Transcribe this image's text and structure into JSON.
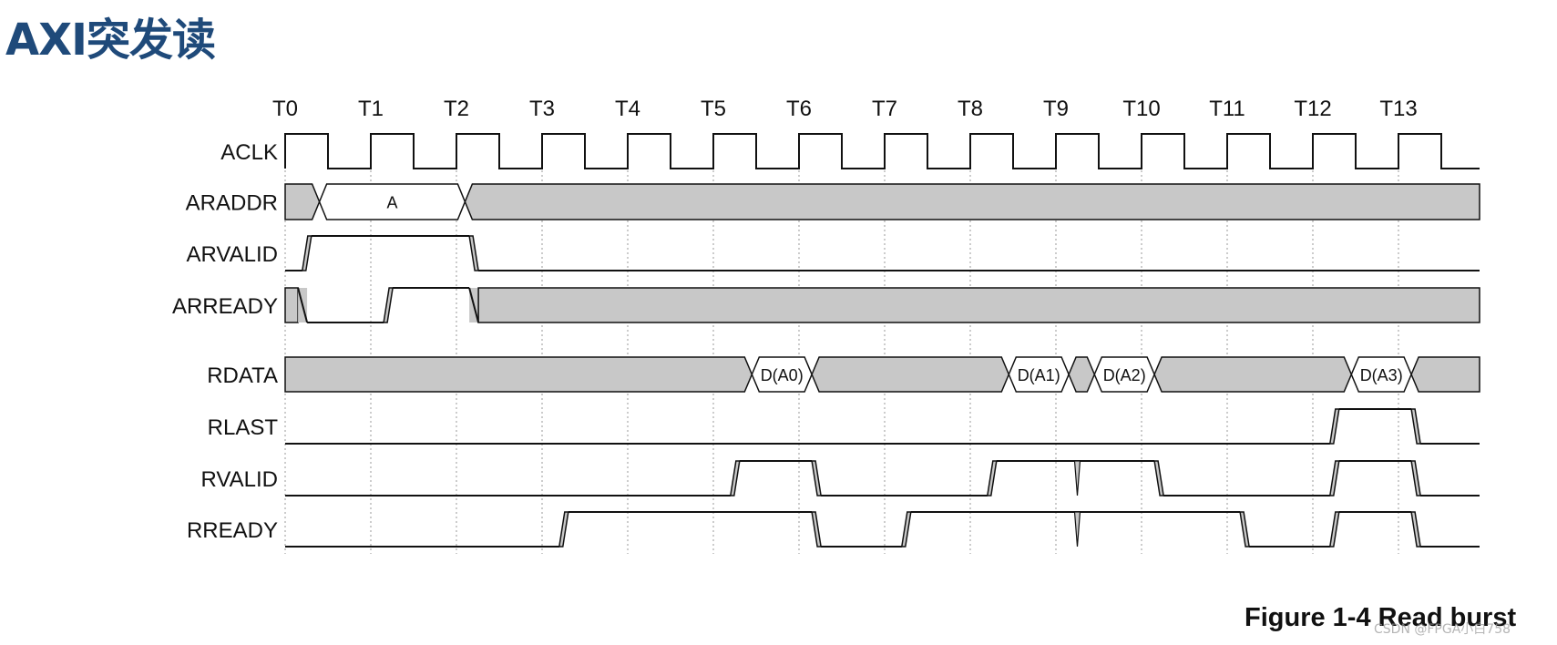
{
  "title": "AXI突发读",
  "caption": "Figure 1-4 Read burst",
  "watermark": "CSDN @FPGA小白758",
  "colors": {
    "title": "#1f4a7a",
    "hatch": "#c8c8c8",
    "line": "#111111",
    "grid": "#9a9a9a"
  },
  "time_labels": [
    "T0",
    "T1",
    "T2",
    "T3",
    "T4",
    "T5",
    "T6",
    "T7",
    "T8",
    "T9",
    "T10",
    "T11",
    "T12",
    "T13"
  ],
  "signals": [
    {
      "name": "ACLK",
      "type": "clock"
    },
    {
      "name": "ARADDR",
      "type": "bus",
      "segments": [
        {
          "start": 0.0,
          "end": 0.4,
          "value": null
        },
        {
          "start": 0.4,
          "end": 2.1,
          "value": "A"
        },
        {
          "start": 2.1,
          "end": 14.0,
          "value": null
        }
      ]
    },
    {
      "name": "ARVALID",
      "type": "logic",
      "edges": [
        {
          "t": 0.2,
          "level": "high"
        },
        {
          "t": 2.15,
          "level": "low"
        }
      ],
      "initial": "low"
    },
    {
      "name": "ARREADY",
      "type": "logic",
      "initial": "x",
      "edges": [
        {
          "t": 0.15,
          "level": "low"
        },
        {
          "t": 1.15,
          "level": "high"
        },
        {
          "t": 2.15,
          "level": "x"
        }
      ]
    },
    {
      "name": "RDATA",
      "type": "bus",
      "segments": [
        {
          "start": 0.0,
          "end": 5.45,
          "value": null
        },
        {
          "start": 5.45,
          "end": 6.15,
          "value": "D(A0)"
        },
        {
          "start": 6.15,
          "end": 8.45,
          "value": null
        },
        {
          "start": 8.45,
          "end": 9.15,
          "value": "D(A1)"
        },
        {
          "start": 9.15,
          "end": 9.45,
          "value": null
        },
        {
          "start": 9.45,
          "end": 10.15,
          "value": "D(A2)"
        },
        {
          "start": 10.15,
          "end": 12.45,
          "value": null
        },
        {
          "start": 12.45,
          "end": 13.15,
          "value": "D(A3)"
        },
        {
          "start": 13.15,
          "end": 14.0,
          "value": null
        }
      ]
    },
    {
      "name": "RLAST",
      "type": "logic",
      "initial": "low",
      "edges": [
        {
          "t": 12.2,
          "level": "high"
        },
        {
          "t": 13.15,
          "level": "low"
        }
      ]
    },
    {
      "name": "RVALID",
      "type": "logic",
      "initial": "low",
      "edges": [
        {
          "t": 5.2,
          "level": "high"
        },
        {
          "t": 6.15,
          "level": "low"
        },
        {
          "t": 8.2,
          "level": "high"
        },
        {
          "t": 10.15,
          "level": "low"
        },
        {
          "t": 12.2,
          "level": "high"
        },
        {
          "t": 13.15,
          "level": "low"
        }
      ],
      "glitches": [
        9.25
      ]
    },
    {
      "name": "RREADY",
      "type": "logic",
      "initial": "low",
      "edges": [
        {
          "t": 3.2,
          "level": "high"
        },
        {
          "t": 6.15,
          "level": "low"
        },
        {
          "t": 7.2,
          "level": "high"
        },
        {
          "t": 11.15,
          "level": "low"
        },
        {
          "t": 12.2,
          "level": "high"
        },
        {
          "t": 13.15,
          "level": "low"
        }
      ],
      "glitches": [
        9.25
      ]
    }
  ]
}
